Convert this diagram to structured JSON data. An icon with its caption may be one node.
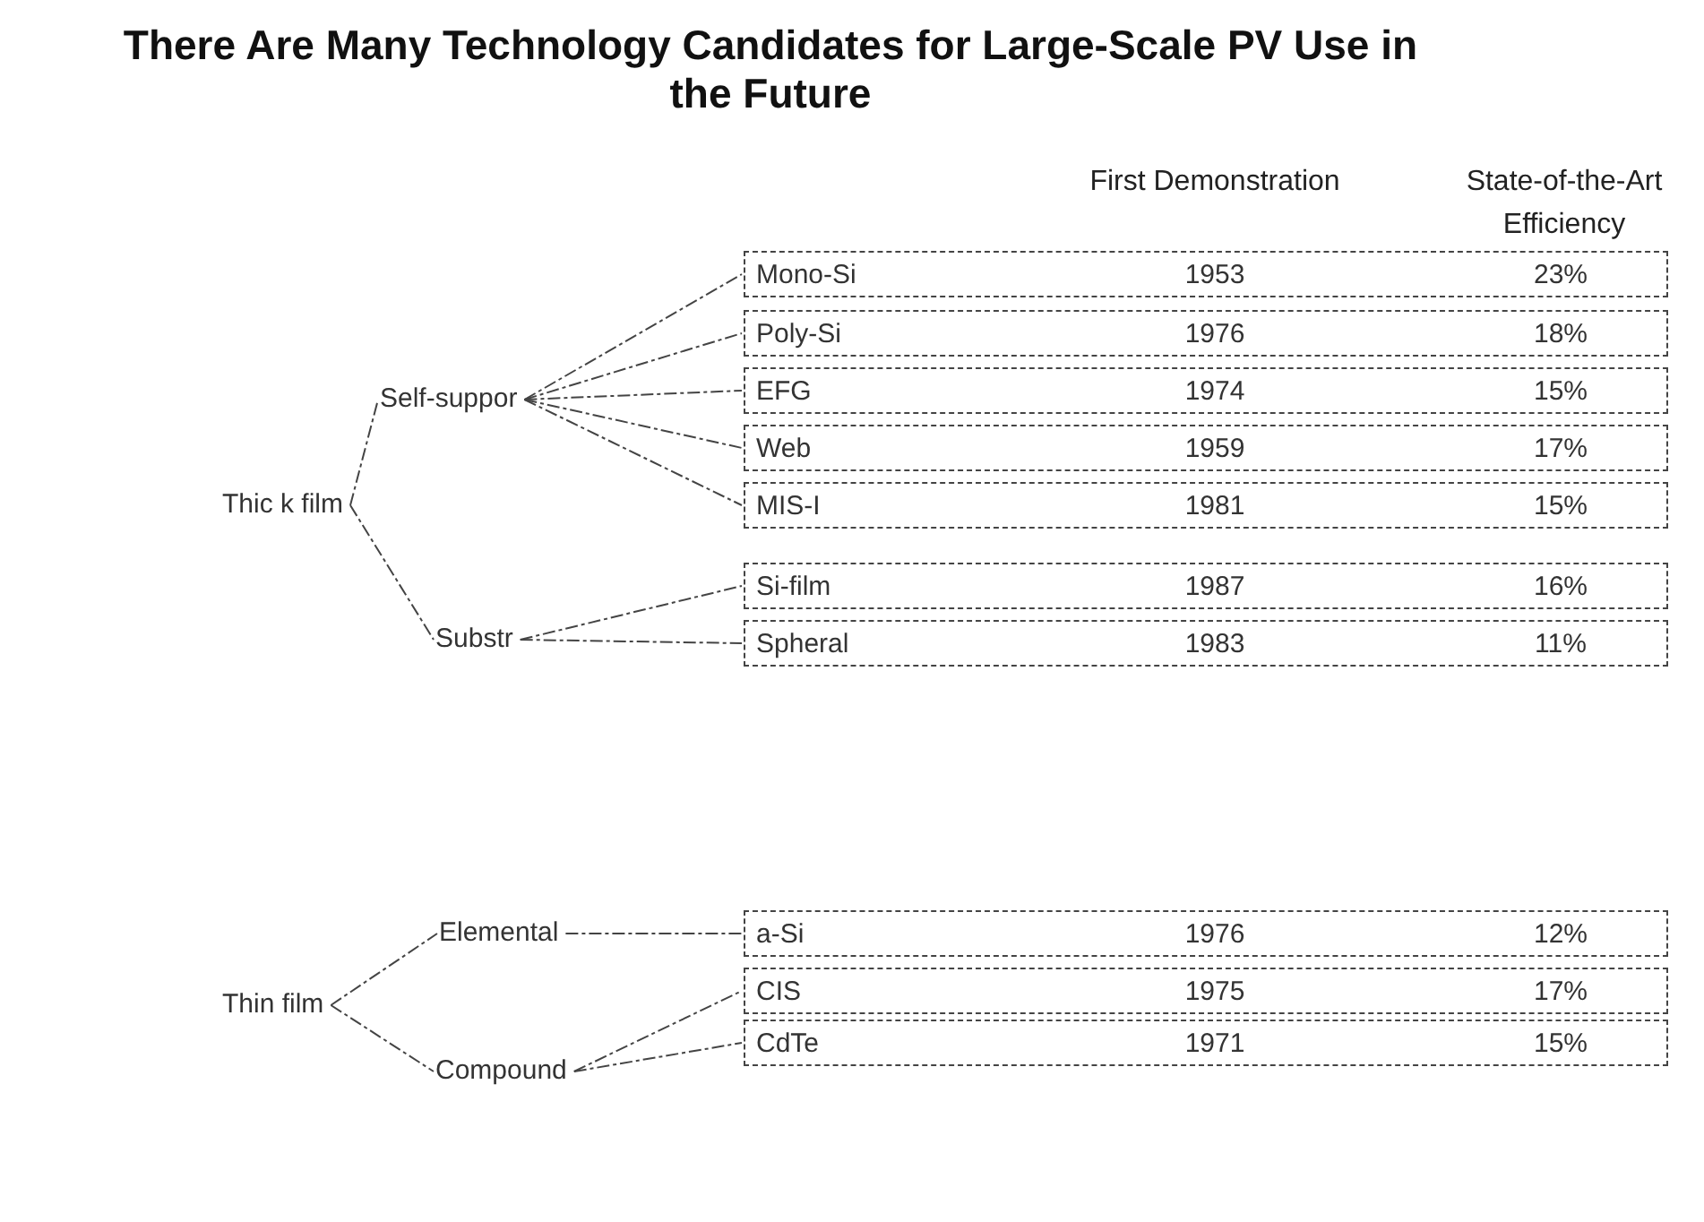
{
  "diagram": {
    "title": "There Are Many Technology Candidates for Large-Scale PV Use in the Future",
    "nodes": [
      {
        "text": [
          "Thic k film"
        ]
      },
      {
        "text": [
          "Self-suppor"
        ]
      },
      {
        "text": [
          "Substr"
        ]
      },
      {
        "text": [
          "Mono-Si",
          "1953",
          "23%"
        ]
      },
      {
        "text": [
          "Poly-Si",
          "1976",
          "18%"
        ]
      },
      {
        "text": [
          "EFG",
          "1974",
          "15%"
        ]
      },
      {
        "text": [
          "Web",
          "1959",
          "17%"
        ]
      },
      {
        "text": [
          "MIS-I",
          "1981",
          "15%"
        ]
      },
      {
        "text": [
          "Si-film",
          "1987",
          "16%"
        ]
      },
      {
        "text": [
          "Spheral",
          "1983",
          "11%"
        ]
      },
      {
        "text": [
          "Thin film"
        ]
      },
      {
        "text": [
          "Elemental"
        ]
      },
      {
        "text": [
          "Compound"
        ]
      },
      {
        "text": [
          "a-Si",
          "1976",
          "12%"
        ]
      },
      {
        "text": [
          "CIS",
          "1975",
          "17%"
        ]
      },
      {
        "text": [
          "CdTe",
          "1971",
          "15%"
        ]
      }
    ],
    "edges": [
      {
        "from": 0,
        "to": 1,
        "arrow": "none"
      },
      {
        "from": 0,
        "to": 2,
        "arrow": "none"
      },
      {
        "from": 1,
        "to": 3,
        "arrow": "none"
      },
      {
        "from": 1,
        "to": 4,
        "arrow": "none"
      },
      {
        "from": 1,
        "to": 5,
        "arrow": "none"
      },
      {
        "from": 1,
        "to": 6,
        "arrow": "none"
      },
      {
        "from": 1,
        "to": 7,
        "arrow": "none"
      },
      {
        "from": 2,
        "to": 8,
        "arrow": "none"
      },
      {
        "from": 2,
        "to": 9,
        "arrow": "none"
      },
      {
        "from": 10,
        "to": 11,
        "arrow": "none"
      },
      {
        "from": 10,
        "to": 12,
        "arrow": "none"
      },
      {
        "from": 11,
        "to": 13,
        "arrow": "none"
      },
      {
        "from": 12,
        "to": 14,
        "arrow": "none"
      },
      {
        "from": 12,
        "to": 15,
        "arrow": "none"
      }
    ],
    "labels": [
      "First Demonstration",
      "State-of-the-Art Efficiency"
    ]
  }
}
